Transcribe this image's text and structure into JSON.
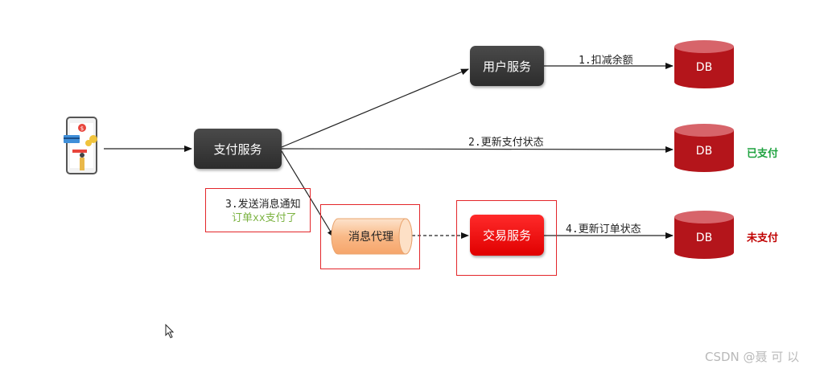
{
  "nodes": {
    "payment": "支付服务",
    "user": "用户服务",
    "trade": "交易服务",
    "broker": "消息代理",
    "db": "DB"
  },
  "edges": {
    "deduct": "1.扣减余额",
    "update_pay": "2.更新支付状态",
    "send_msg": "3.发送消息通知",
    "send_msg_sub": "订单xx支付了",
    "update_order": "4.更新订单状态"
  },
  "status": {
    "paid": "已支付",
    "unpaid": "未支付"
  },
  "colors": {
    "service_dark": "#333333",
    "service_red": "#ee0000",
    "db_red": "#b4151b",
    "paid_green": "#1fa340",
    "unpaid_red": "#c00000",
    "message_green": "#7cb342",
    "frame_red": "#e3262a"
  },
  "watermark": "CSDN @聂 可 以"
}
